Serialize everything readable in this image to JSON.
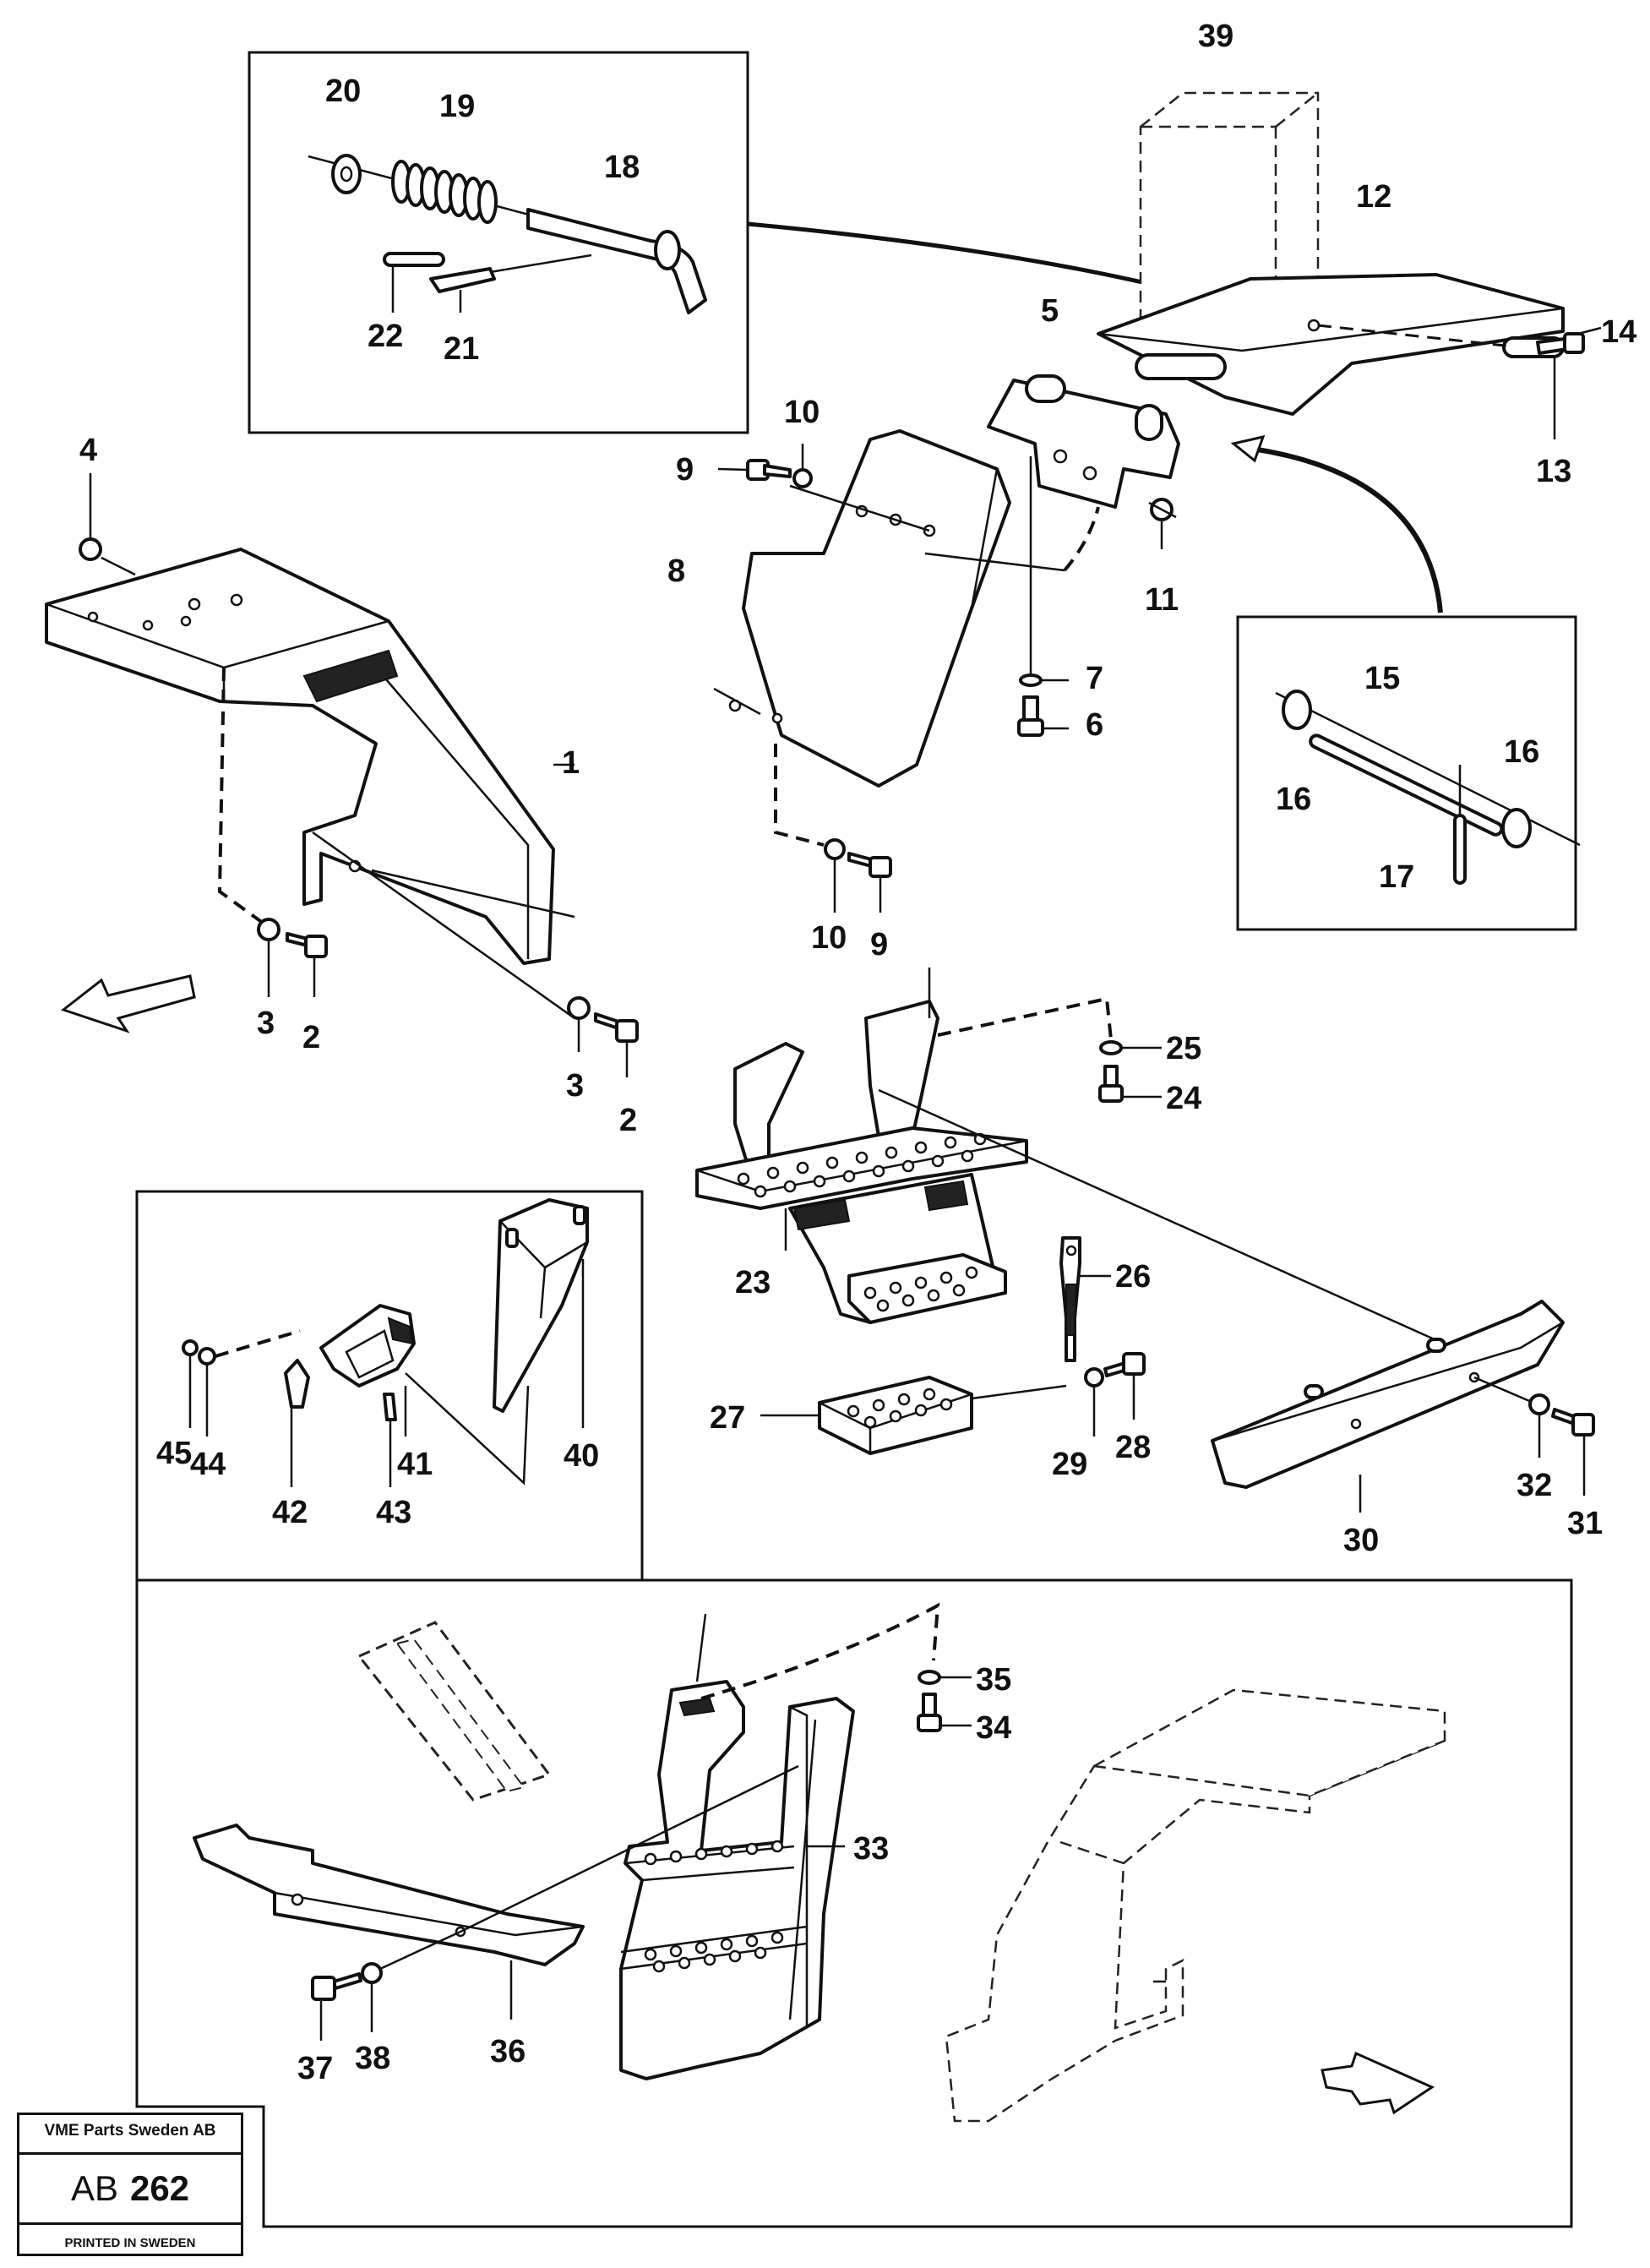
{
  "labels": {
    "p1": "1",
    "p2a": "2",
    "p2b": "2",
    "p3a": "3",
    "p3b": "3",
    "p4": "4",
    "p5": "5",
    "p6": "6",
    "p7": "7",
    "p8": "8",
    "p9a": "9",
    "p9b": "9",
    "p10a": "10",
    "p10b": "10",
    "p11": "11",
    "p12": "12",
    "p13": "13",
    "p14": "14",
    "p15": "15",
    "p16a": "16",
    "p16b": "16",
    "p17": "17",
    "p18": "18",
    "p19": "19",
    "p20": "20",
    "p21": "21",
    "p22": "22",
    "p23": "23",
    "p24": "24",
    "p25": "25",
    "p26": "26",
    "p27": "27",
    "p28": "28",
    "p29": "29",
    "p30": "30",
    "p31": "31",
    "p32": "32",
    "p33": "33",
    "p34": "34",
    "p35": "35",
    "p36": "36",
    "p37": "37",
    "p38": "38",
    "p39": "39",
    "p40": "40",
    "p41": "41",
    "p42": "42",
    "p43": "43",
    "p44": "44",
    "p45": "45"
  },
  "footer": {
    "company": "VME Parts Sweden AB",
    "code_prefix": "AB",
    "code_number": "262",
    "printed": "PRINTED IN SWEDEN"
  }
}
